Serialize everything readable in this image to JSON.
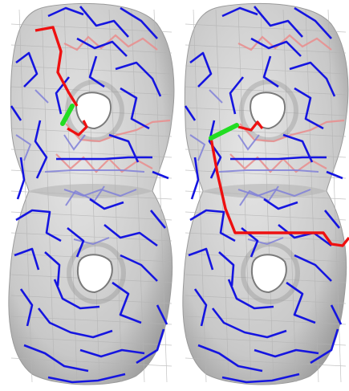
{
  "figure": {
    "panels": [
      {
        "id": "left",
        "role": "shortest-path-on-genus-2-mesh",
        "path_length_segments": 6,
        "highlight_edge": "green"
      },
      {
        "id": "right",
        "role": "shortest-path-on-genus-2-mesh",
        "path_length_segments": 8,
        "highlight_edge": "green"
      }
    ],
    "colors": {
      "surface": "#c8c8c8",
      "surface_shadow": "#8e8e8e",
      "graph_edges": "#1515e0",
      "graph_edges_back": "#8080d8",
      "path": "#ee1010",
      "path_back": "#e89090",
      "highlight": "#22dd22"
    },
    "icons": [
      "mesh-wireframe"
    ]
  }
}
